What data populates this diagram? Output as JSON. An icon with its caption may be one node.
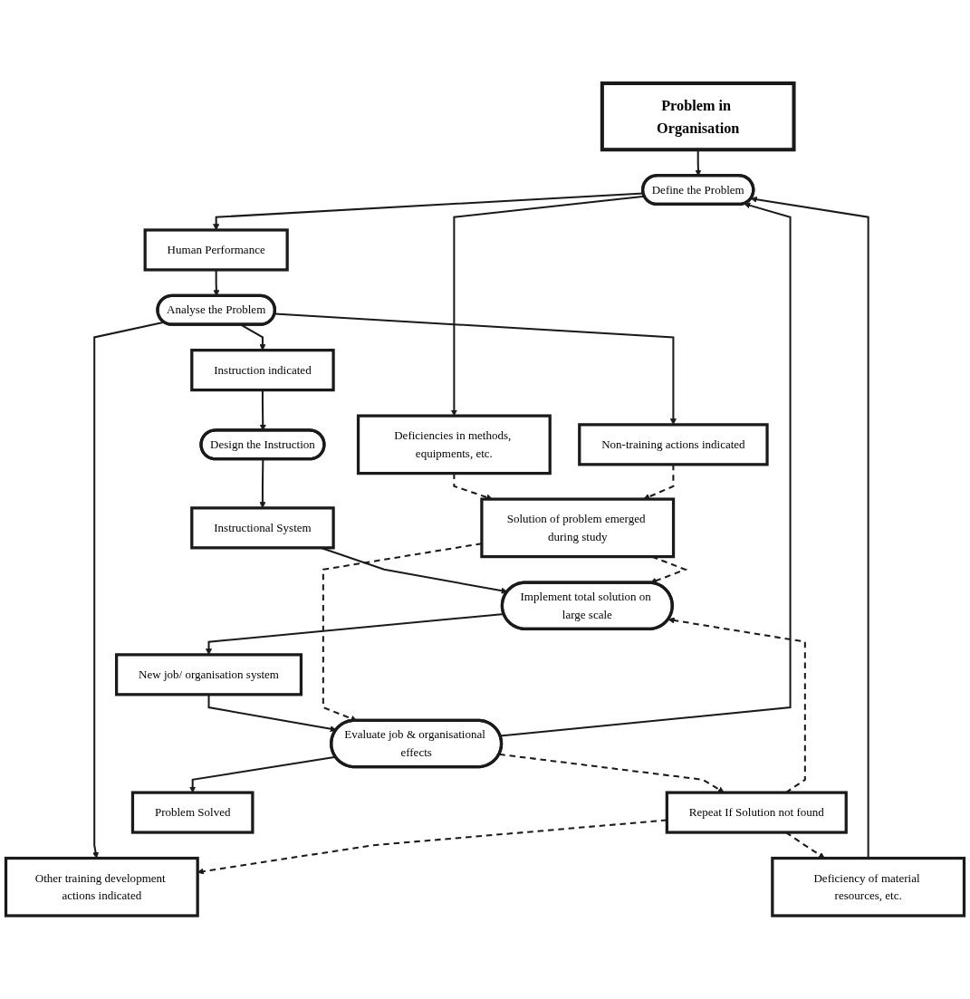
{
  "diagram": {
    "nodes": [
      {
        "text": [
          "Problem in Organisation"
        ]
      },
      {
        "text": [
          "Deficiency of material resources, etc."
        ]
      },
      {
        "text": [
          "Define the Problem"
        ]
      },
      {
        "text": [
          "Deficiencies in methods, equipments, etc."
        ]
      },
      {
        "text": [
          "Human Performance"
        ]
      },
      {
        "text": [
          "Other training development actions indicated"
        ]
      },
      {
        "text": [
          "Analyse the Problem"
        ]
      },
      {
        "text": [
          "Non-training actions indicated"
        ]
      },
      {
        "text": [
          "Instruction indicated"
        ]
      },
      {
        "text": [
          "Design the Instruction"
        ]
      },
      {
        "text": [
          "Instructional System"
        ]
      },
      {
        "text": [
          "Repeat If Solution not found"
        ]
      },
      {
        "text": [
          "Implement total solution on large scale"
        ]
      },
      {
        "text": [
          "Solution of problem emerged during study"
        ]
      },
      {
        "text": [
          "New job/ organisation system"
        ]
      },
      {
        "text": [
          "Evaluate job & organisational effects"
        ]
      },
      {
        "text": [
          "Problem Solved"
        ]
      }
    ],
    "edges": [
      {
        "from": 0,
        "to": 2,
        "arrow": "to"
      },
      {
        "from": 1,
        "to": 2,
        "arrow": "to"
      },
      {
        "from": 2,
        "to": 3,
        "arrow": "to"
      },
      {
        "from": 2,
        "to": 4,
        "arrow": "to"
      },
      {
        "from": 4,
        "to": 6,
        "arrow": "to"
      },
      {
        "from": 6,
        "to": 5,
        "arrow": "to"
      },
      {
        "from": 6,
        "to": 7,
        "arrow": "to"
      },
      {
        "from": 6,
        "to": 8,
        "arrow": "to"
      },
      {
        "from": 8,
        "to": 9,
        "arrow": "to"
      },
      {
        "from": 9,
        "to": 10,
        "arrow": "to"
      },
      {
        "from": 10,
        "to": 12,
        "arrow": "to"
      },
      {
        "from": 11,
        "to": 1,
        "arrow": "to",
        "style": "dashed"
      },
      {
        "from": 11,
        "to": 5,
        "arrow": "to",
        "style": "dashed"
      },
      {
        "from": 11,
        "to": 12,
        "arrow": "to",
        "style": "dashed"
      },
      {
        "from": 3,
        "to": 13,
        "arrow": "to",
        "style": "dashed"
      },
      {
        "from": 7,
        "to": 13,
        "arrow": "to",
        "style": "dashed"
      },
      {
        "from": 13,
        "to": 12,
        "arrow": "to",
        "style": "dashed"
      },
      {
        "from": 12,
        "to": 14,
        "arrow": "to"
      },
      {
        "from": 14,
        "to": 15,
        "arrow": "to"
      },
      {
        "from": 15,
        "to": 11,
        "arrow": "to",
        "style": "dashed"
      },
      {
        "from": 13,
        "to": 15,
        "arrow": "to",
        "style": "dashed"
      },
      {
        "from": 15,
        "to": 2,
        "arrow": "to"
      },
      {
        "from": 15,
        "to": 16,
        "arrow": "to"
      }
    ]
  }
}
